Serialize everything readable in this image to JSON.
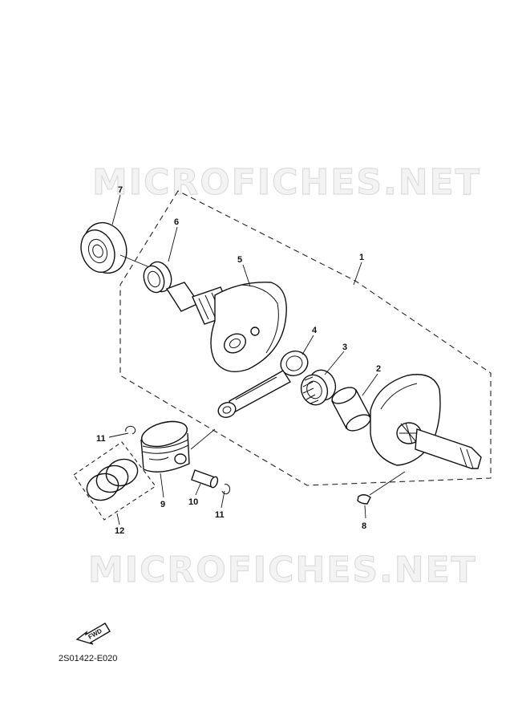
{
  "watermarks": [
    "MICROFICHES.NET",
    "MICROFICHES.NET"
  ],
  "callouts": {
    "c1": "1",
    "c2": "2",
    "c3": "3",
    "c4": "4",
    "c5": "5",
    "c6": "6",
    "c7": "7",
    "c8": "8",
    "c9": "9",
    "c10": "10",
    "c11a": "11",
    "c11b": "11",
    "c12": "12"
  },
  "fwd_label": "FWD",
  "diagram_code": "2S01422-E020"
}
